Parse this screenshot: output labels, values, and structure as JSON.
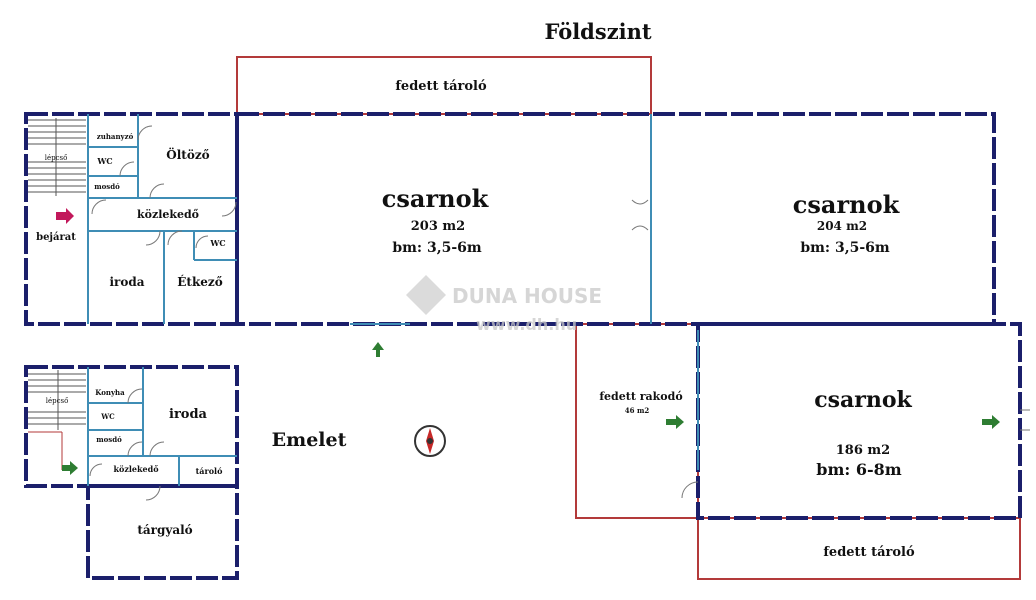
{
  "titles": {
    "ground_floor": "Földszint",
    "upper_floor": "Emelet"
  },
  "ground": {
    "covered_storage_top": "fedett tároló",
    "stair": "lépcső",
    "shower": "zuhanyzó",
    "wc1": "WC",
    "washroom": "mosdó",
    "dressing": "Öltöző",
    "corridor": "közlekedő",
    "entrance": "bejárat",
    "wc2": "WC",
    "office": "iroda",
    "dining": "Étkező",
    "hall1": {
      "name": "csarnok",
      "area": "203 m2",
      "height": "bm: 3,5-6m"
    },
    "hall2": {
      "name": "csarnok",
      "area": "204 m2",
      "height": "bm: 3,5-6m"
    },
    "hall3": {
      "name": "csarnok",
      "area": "186 m2",
      "height": "bm: 6-8m"
    },
    "loading": {
      "name": "fedett rakodó",
      "area": "46 m2"
    },
    "covered_storage_bottom": "fedett tároló"
  },
  "upper": {
    "stair": "lépcső",
    "kitchen": "Konyha",
    "wc": "WC",
    "washroom": "mosdó",
    "office": "iroda",
    "corridor": "közlekedő",
    "storage": "tároló",
    "meeting": "tárgyaló"
  },
  "watermark": {
    "brand": "DUNA HOUSE",
    "url": "www.dh.hu"
  },
  "colors": {
    "wall": "#1b1f6b",
    "covered_outline": "#b33a3a",
    "inner_wall": "#3f8db5",
    "entrance_arrow": "#c2185b",
    "arrow_green": "#2e7d32"
  },
  "icons": {
    "entrance_arrow": "arrow-right-icon",
    "door_arrow": "arrow-up-icon",
    "compass": "compass-icon"
  }
}
